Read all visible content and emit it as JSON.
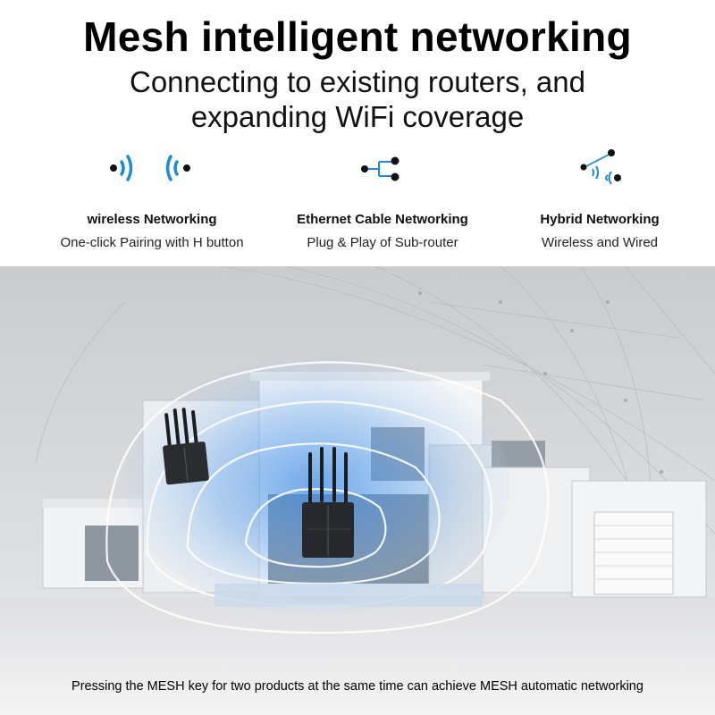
{
  "header": {
    "title": "Mesh intelligent networking",
    "subtitle_line1": "Connecting to existing routers, and",
    "subtitle_line2": "expanding WiFi coverage"
  },
  "features": [
    {
      "icon": "wireless-networking-icon",
      "title": "wireless Networking",
      "description": "One-click Pairing with H button"
    },
    {
      "icon": "ethernet-networking-icon",
      "title": "Ethernet Cable Networking",
      "description": "Plug & Play of Sub-router"
    },
    {
      "icon": "hybrid-networking-icon",
      "title": "Hybrid Networking",
      "description": "Wireless and Wired"
    }
  ],
  "scene": {
    "description_icon": "house-with-mesh-routers-illustration",
    "accent_color": "#2f7de0"
  },
  "footer": {
    "caption": "Pressing the MESH key for two products at the same time can achieve MESH automatic networking"
  }
}
